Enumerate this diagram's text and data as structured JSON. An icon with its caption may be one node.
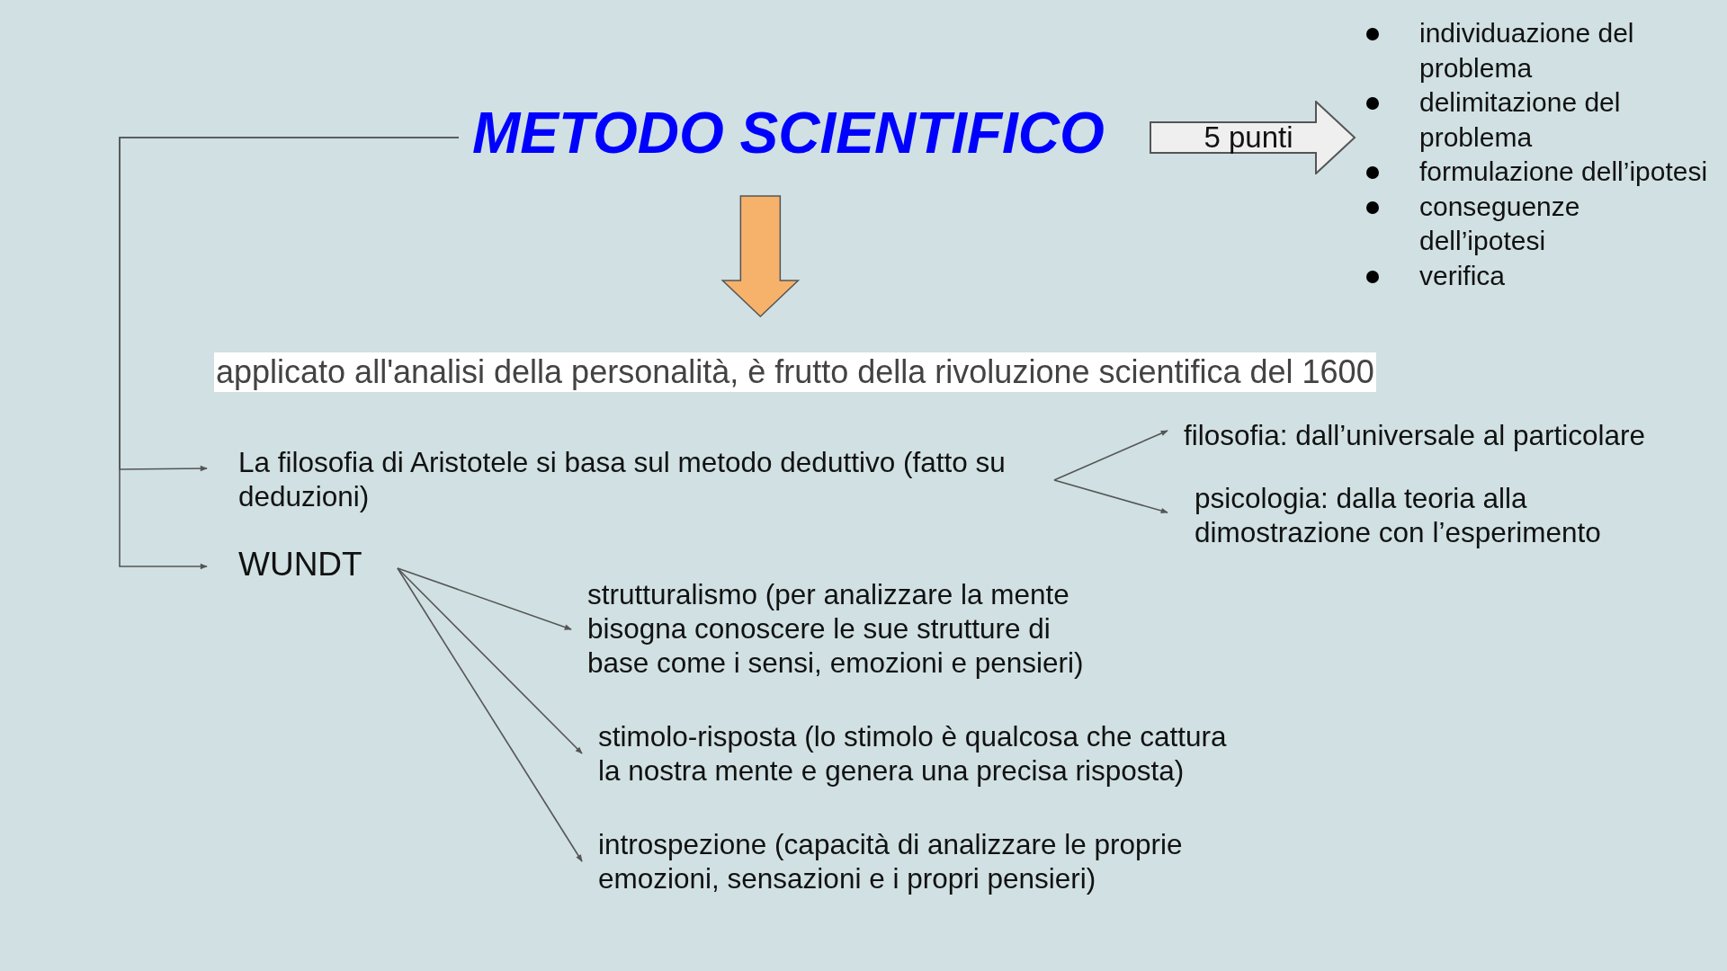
{
  "diagram": {
    "nodes": [
      {
        "text": [
          "METODO SCIENTIFICO"
        ]
      },
      {
        "text": [
          "5 punti"
        ]
      },
      {
        "text": [
          "individuazione del problema",
          "delimitazione del problema",
          "formulazione dell’ipotesi",
          "conseguenze dell’ipotesi",
          "verifica"
        ]
      },
      {
        "text": [
          "applicato all'analisi della personalità, è frutto della rivoluzione scientifica del 1600"
        ]
      },
      {
        "text": [
          "La filosofia di Aristotele si basa sul metodo deduttivo (fatto su deduzioni)"
        ]
      },
      {
        "text": [
          "WUNDT"
        ]
      },
      {
        "text": [
          "filosofia: dall’universale al particolare"
        ]
      },
      {
        "text": [
          "psicologia: dalla teoria alla dimostrazione con l’esperimento"
        ]
      },
      {
        "text": [
          "strutturalismo (per analizzare la mente bisogna conoscere le sue strutture di base come i sensi, emozioni e pensieri)"
        ]
      },
      {
        "text": [
          "stimolo-risposta (lo stimolo è qualcosa che cattura la nostra mente e genera una precisa risposta)"
        ]
      },
      {
        "text": [
          "introspezione (capacità di analizzare le proprie emozioni, sensazioni e i propri pensieri)"
        ]
      }
    ],
    "edges": [
      {
        "from": 0,
        "to": 3,
        "arrow": "to",
        "style": "thick",
        "color": "#f6b26b"
      },
      {
        "from": 0,
        "to": 4,
        "arrow": "to"
      },
      {
        "from": 0,
        "to": 5,
        "arrow": "to"
      },
      {
        "from": 4,
        "to": 6,
        "arrow": "to"
      },
      {
        "from": 4,
        "to": 7,
        "arrow": "to"
      },
      {
        "from": 5,
        "to": 8,
        "arrow": "to"
      },
      {
        "from": 5,
        "to": 9,
        "arrow": "to"
      },
      {
        "from": 5,
        "to": 10,
        "arrow": "to"
      }
    ]
  }
}
